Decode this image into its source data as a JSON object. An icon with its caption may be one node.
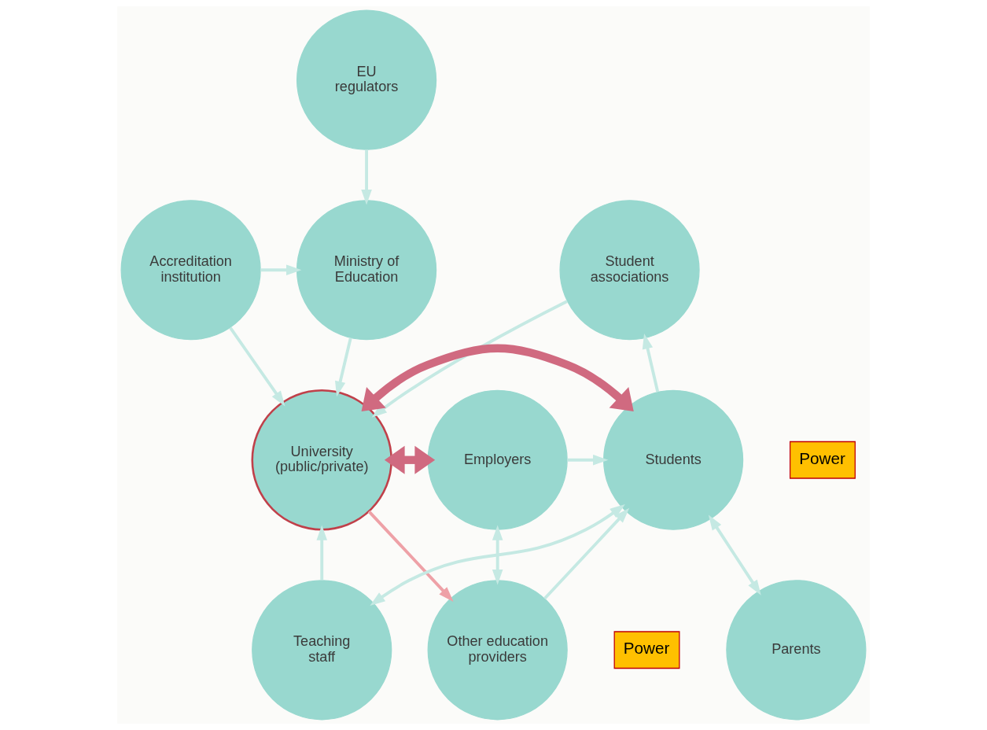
{
  "diagram": {
    "nodes": [
      {
        "text": [
          "EU regulators"
        ]
      },
      {
        "text": [
          "Ministry of Education"
        ]
      },
      {
        "text": [
          "Accreditation institution"
        ]
      },
      {
        "text": [
          "Student associations"
        ]
      },
      {
        "text": [
          "University (public/private)"
        ]
      },
      {
        "text": [
          "Students"
        ],
        "beside": [
          "Power"
        ]
      },
      {
        "text": [
          "Employers"
        ]
      },
      {
        "text": [
          "Teaching staff"
        ]
      },
      {
        "text": [
          "Parents"
        ]
      },
      {
        "text": [
          "Other education providers"
        ],
        "beside": [
          "Power"
        ]
      }
    ],
    "edges": [
      {
        "from": 0,
        "to": 1,
        "arrow": "to"
      },
      {
        "from": 2,
        "to": 1,
        "arrow": "to"
      },
      {
        "from": 1,
        "to": 4,
        "arrow": "to"
      },
      {
        "from": 2,
        "to": 4,
        "arrow": "to"
      },
      {
        "from": 3,
        "to": 4,
        "arrow": "to"
      },
      {
        "from": 5,
        "to": 3,
        "arrow": "to"
      },
      {
        "from": 4,
        "to": 5,
        "arrow": "both",
        "style": "thick",
        "color": "#d06a80"
      },
      {
        "from": 4,
        "to": 6,
        "arrow": "both",
        "style": "thick",
        "color": "#d06a80"
      },
      {
        "from": 6,
        "to": 5,
        "arrow": "to"
      },
      {
        "from": 6,
        "to": 9,
        "arrow": "both"
      },
      {
        "from": 9,
        "to": 5,
        "arrow": "to"
      },
      {
        "from": 5,
        "to": 7,
        "arrow": "both"
      },
      {
        "from": 5,
        "to": 8,
        "arrow": "both"
      },
      {
        "from": 7,
        "to": 4,
        "arrow": "to"
      },
      {
        "from": 4,
        "to": 9,
        "arrow": "to",
        "color": "#eea1a7"
      }
    ]
  }
}
